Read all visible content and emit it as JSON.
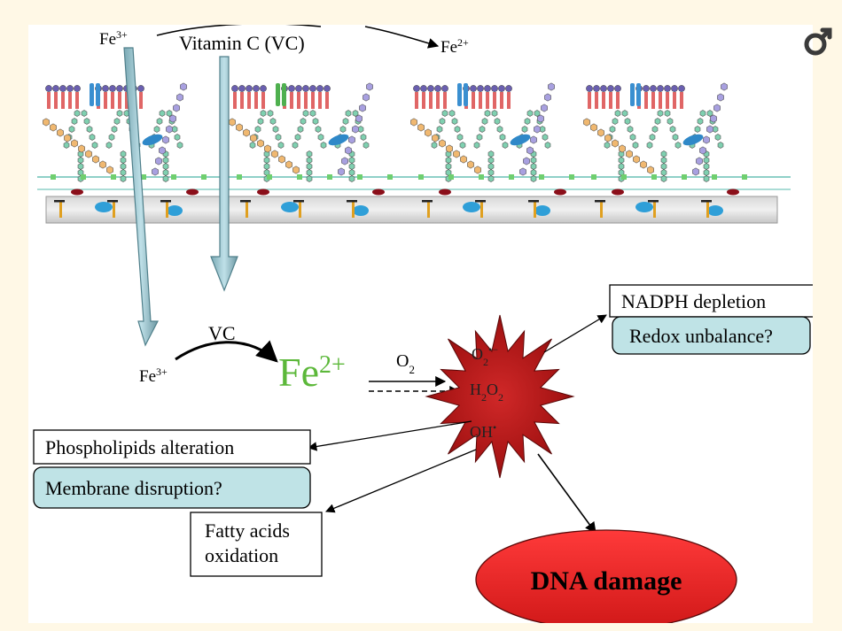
{
  "top": {
    "fe3_label": "Fe3+",
    "vc_label": "Vitamin C (VC)",
    "fe2_label": "Fe2+"
  },
  "reaction": {
    "fe3": "Fe3+",
    "vc": "VC",
    "fe2": "Fe2+",
    "o2": "O2"
  },
  "ros": {
    "superoxide": "O2•−",
    "h2o2": "H2O2",
    "hydroxyl": "OH•"
  },
  "effects": {
    "nadph": "NADPH depletion",
    "redox": "Redox unbalance?",
    "phospholipids": "Phospholipids alteration",
    "membrane": "Membrane disruption?",
    "fatty_line1": "Fatty acids",
    "fatty_line2": "oxidation",
    "dna": "DNA damage"
  },
  "colors": {
    "background": "#fff8e6",
    "fe2_green": "#5cb83a",
    "teal_box": "#bfe3e6",
    "starburst": "#b81818",
    "dna_red": "#e32222",
    "lipid_red": "#d94040",
    "head_blue": "#6a5fb0",
    "sugar_green": "#7fd0b0",
    "sugar_orange": "#f0b870",
    "sugar_purple": "#a8a0e0"
  },
  "icons": {
    "corner": "male-symbol-icon"
  }
}
